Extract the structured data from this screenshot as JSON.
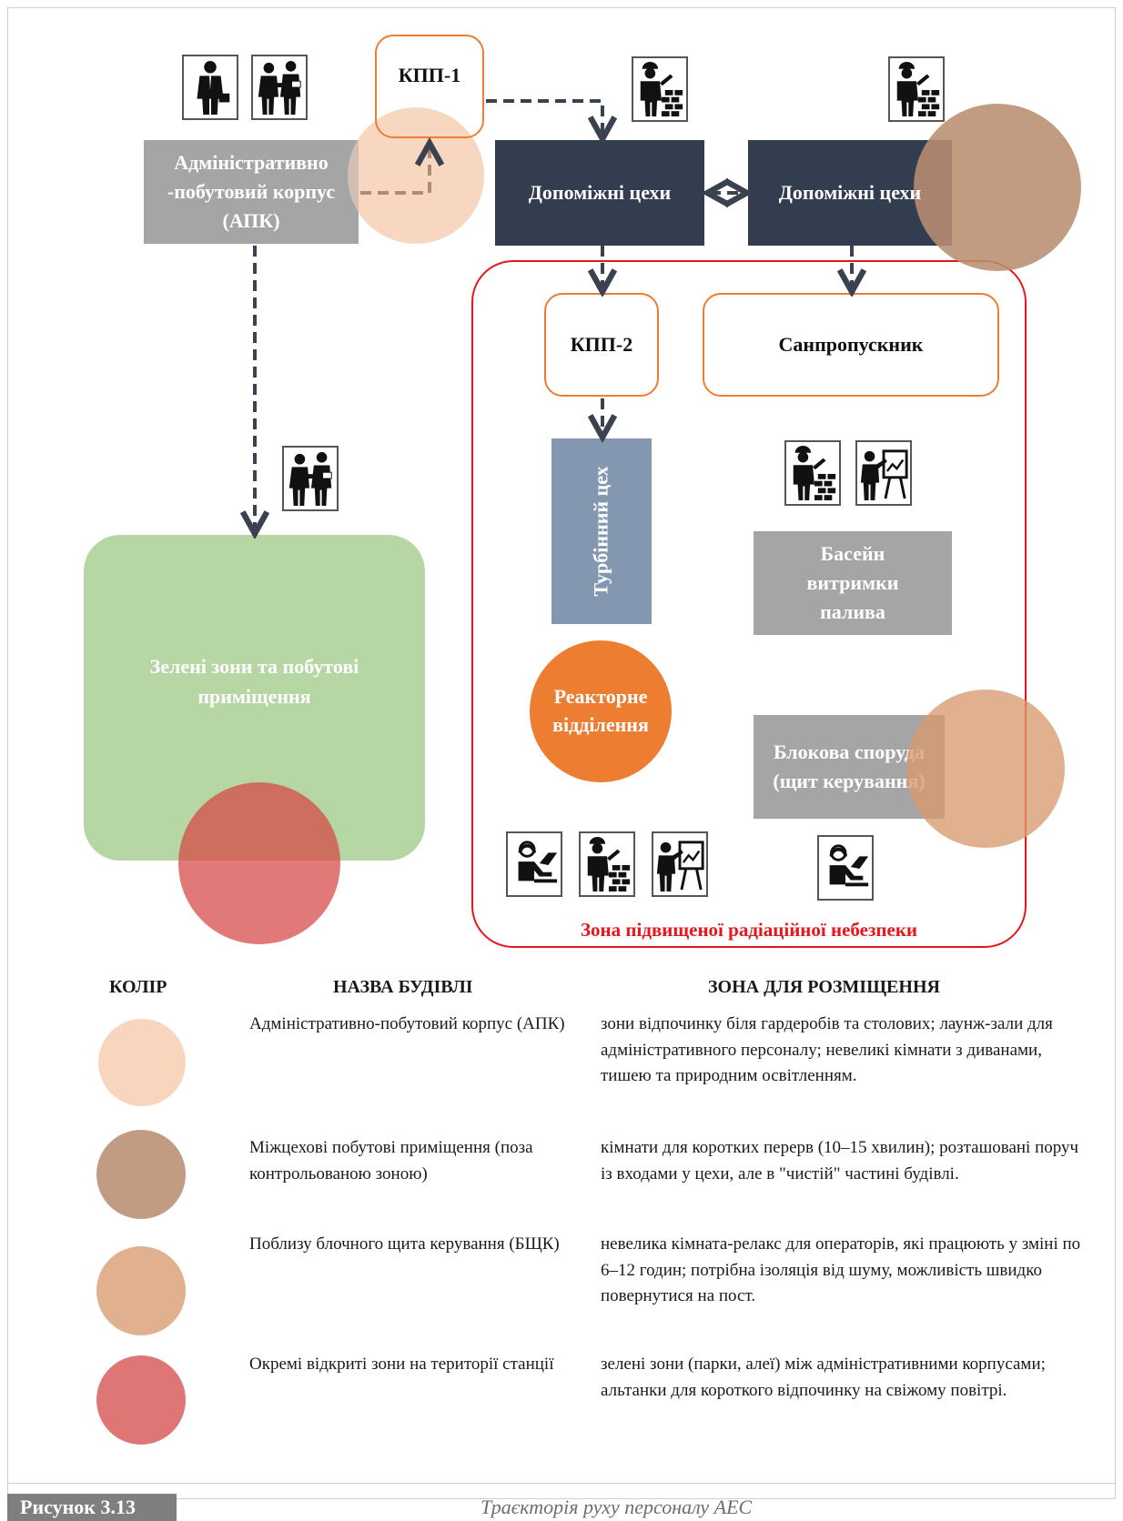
{
  "diagram": {
    "kpp1": "КПП-1",
    "kpp2": "КПП-2",
    "apk": "Адміністративно -побутовий корпус (АПК)",
    "aux_left": "Допоміжні цехи",
    "aux_right": "Допоміжні цехи",
    "sanpropusk": "Санпропускник",
    "turbine": "Турбінний цех",
    "reactor": "Реакторне відділення",
    "pool": "Басейн витримки палива",
    "block": "Блокова споруда (щит керування)",
    "green": "Зелені зони та побутові приміщення",
    "zone_label": "Зона підвищеної радіаційної небезпеки"
  },
  "colors": {
    "apk_circle": "#f8d5bd",
    "interplant_circle": "#b98d72",
    "bshk_circle": "#d99a70",
    "open_circle": "#dc6a6a",
    "zone_border": "#e8151b",
    "reactor": "#ed7d31",
    "green_zone": "#b6d7a3",
    "turbine": "#8497b0"
  },
  "legend": {
    "header_color": "КОЛІР",
    "header_name": "НАЗВА БУДІВЛІ",
    "header_zone": "ЗОНА ДЛЯ РОЗМІЩЕННЯ",
    "rows": [
      {
        "name": "Адміністративно-побутовий корпус (АПК)",
        "zone": "зони відпочинку біля гардеробів та столових; лаунж-зали для адміністративного персоналу; невеликі кімнати з диванами, тишею та природним освітленням."
      },
      {
        "name": "Міжцехові побутові приміщення (поза контрольованою зоною)",
        "zone": "кімнати для коротких перерв (10–15 хвилин); розташовані поруч із входами у цехи, але в \"чистій\" частині будівлі."
      },
      {
        "name": "Поблизу блочного щита керування (БЩК)",
        "zone": "невелика кімната-релакс для операторів, які працюють у зміні по 6–12 годин; потрібна ізоляція від шуму, можливість швидко повернутися на пост."
      },
      {
        "name": "Окремі відкриті зони на території станції",
        "zone": "зелені зони (парки, алеї) між адміністративними корпусами; альтанки для короткого відпочинку на свіжому повітрі."
      }
    ]
  },
  "footer": {
    "figure_label": "Рисунок 3.13",
    "caption": "Траєкторія руху персоналу АЕС"
  },
  "icons": [
    "businessman-icon",
    "meeting-people-icon",
    "construction-worker-icon",
    "presenter-board-icon",
    "computer-operator-icon"
  ]
}
